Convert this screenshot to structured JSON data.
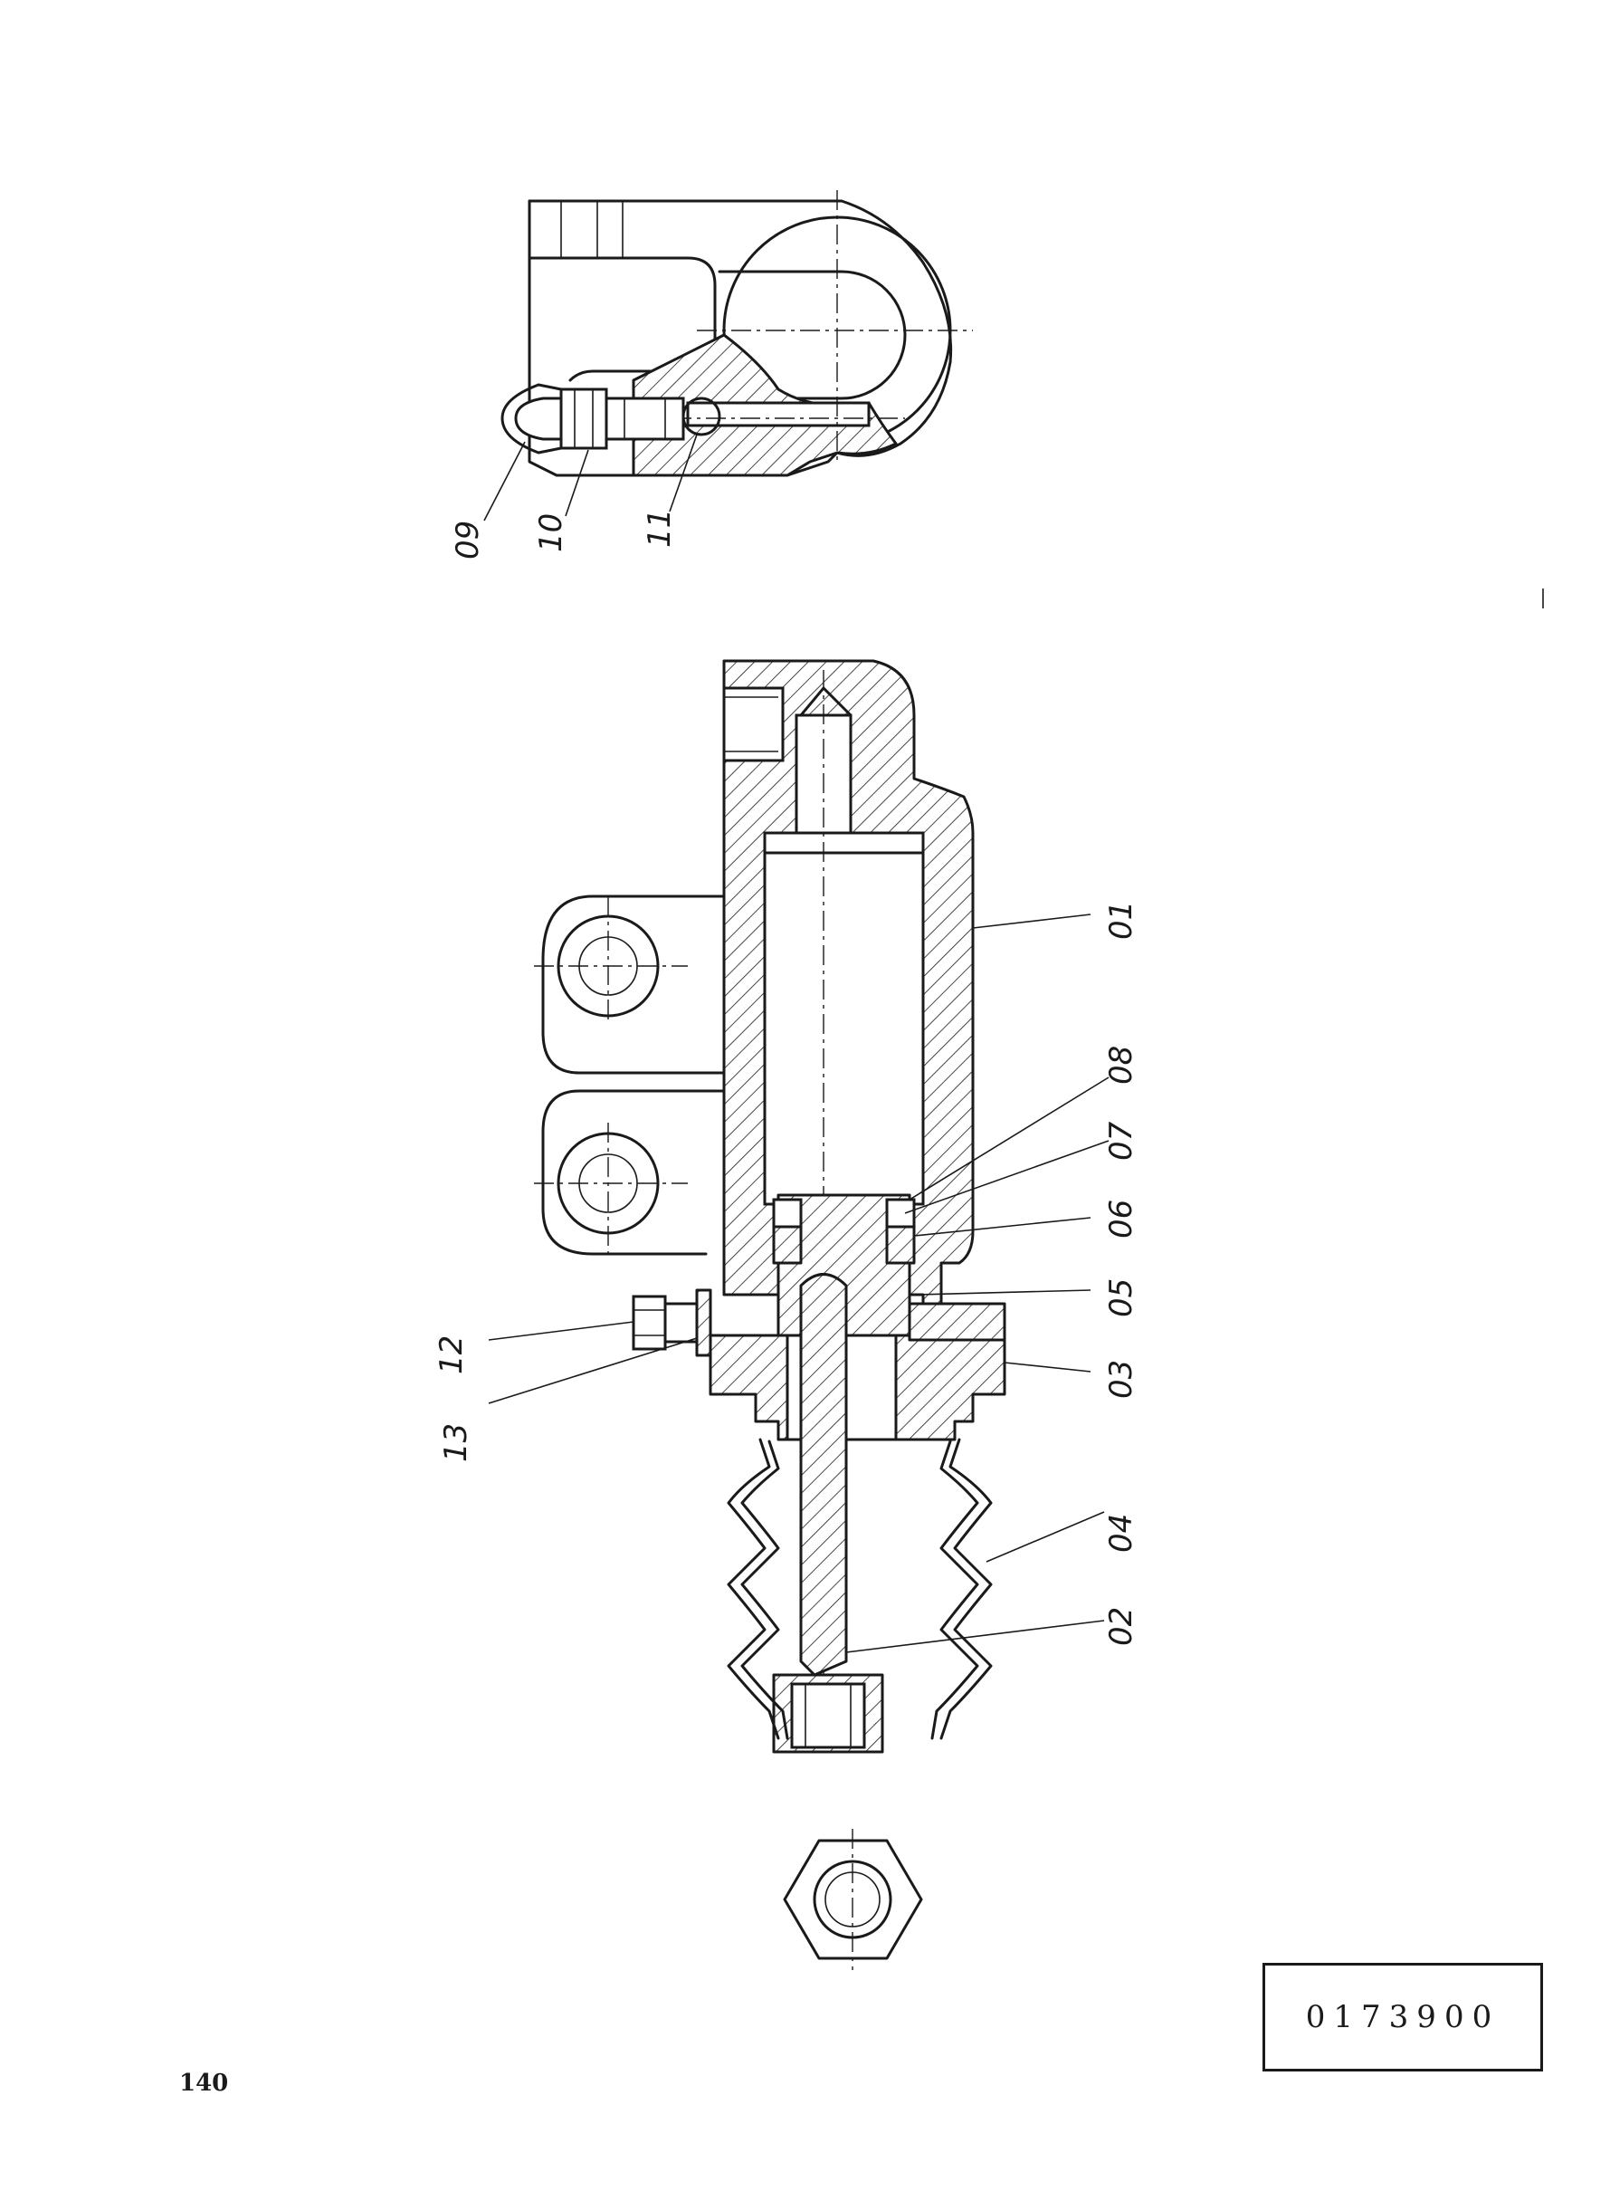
{
  "page_number": "140",
  "drawing_code": "0173900",
  "callouts": {
    "c01": "01",
    "c02": "02",
    "c03": "03",
    "c04": "04",
    "c05": "05",
    "c06": "06",
    "c07": "07",
    "c08": "08",
    "c09": "09",
    "c10": "10",
    "c11": "11",
    "c12": "12",
    "c13": "13"
  },
  "colors": {
    "ink": "#1a1a1a",
    "paper": "#ffffff"
  }
}
